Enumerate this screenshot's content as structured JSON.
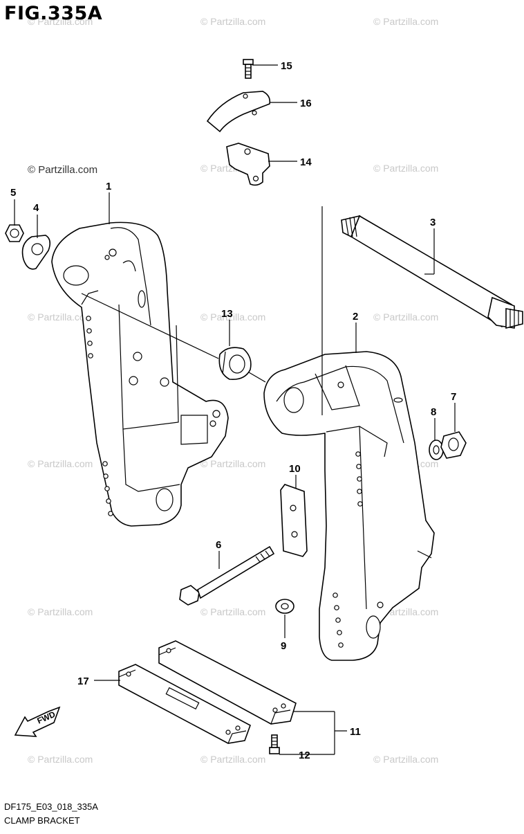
{
  "figure": {
    "title": "FIG.335A",
    "code": "DF175_E03_018_335A",
    "name": "CLAMP BRACKET"
  },
  "watermark": {
    "text": "© Partzilla.com",
    "featured_text": "© Partzilla.com"
  },
  "direction_badge": "FWD",
  "callouts": [
    "1",
    "2",
    "3",
    "4",
    "5",
    "6",
    "7",
    "8",
    "9",
    "10",
    "11",
    "12",
    "13",
    "14",
    "15",
    "16",
    "17"
  ],
  "colors": {
    "ink": "#000000",
    "watermark": "#c8c8c8",
    "background": "#ffffff"
  }
}
